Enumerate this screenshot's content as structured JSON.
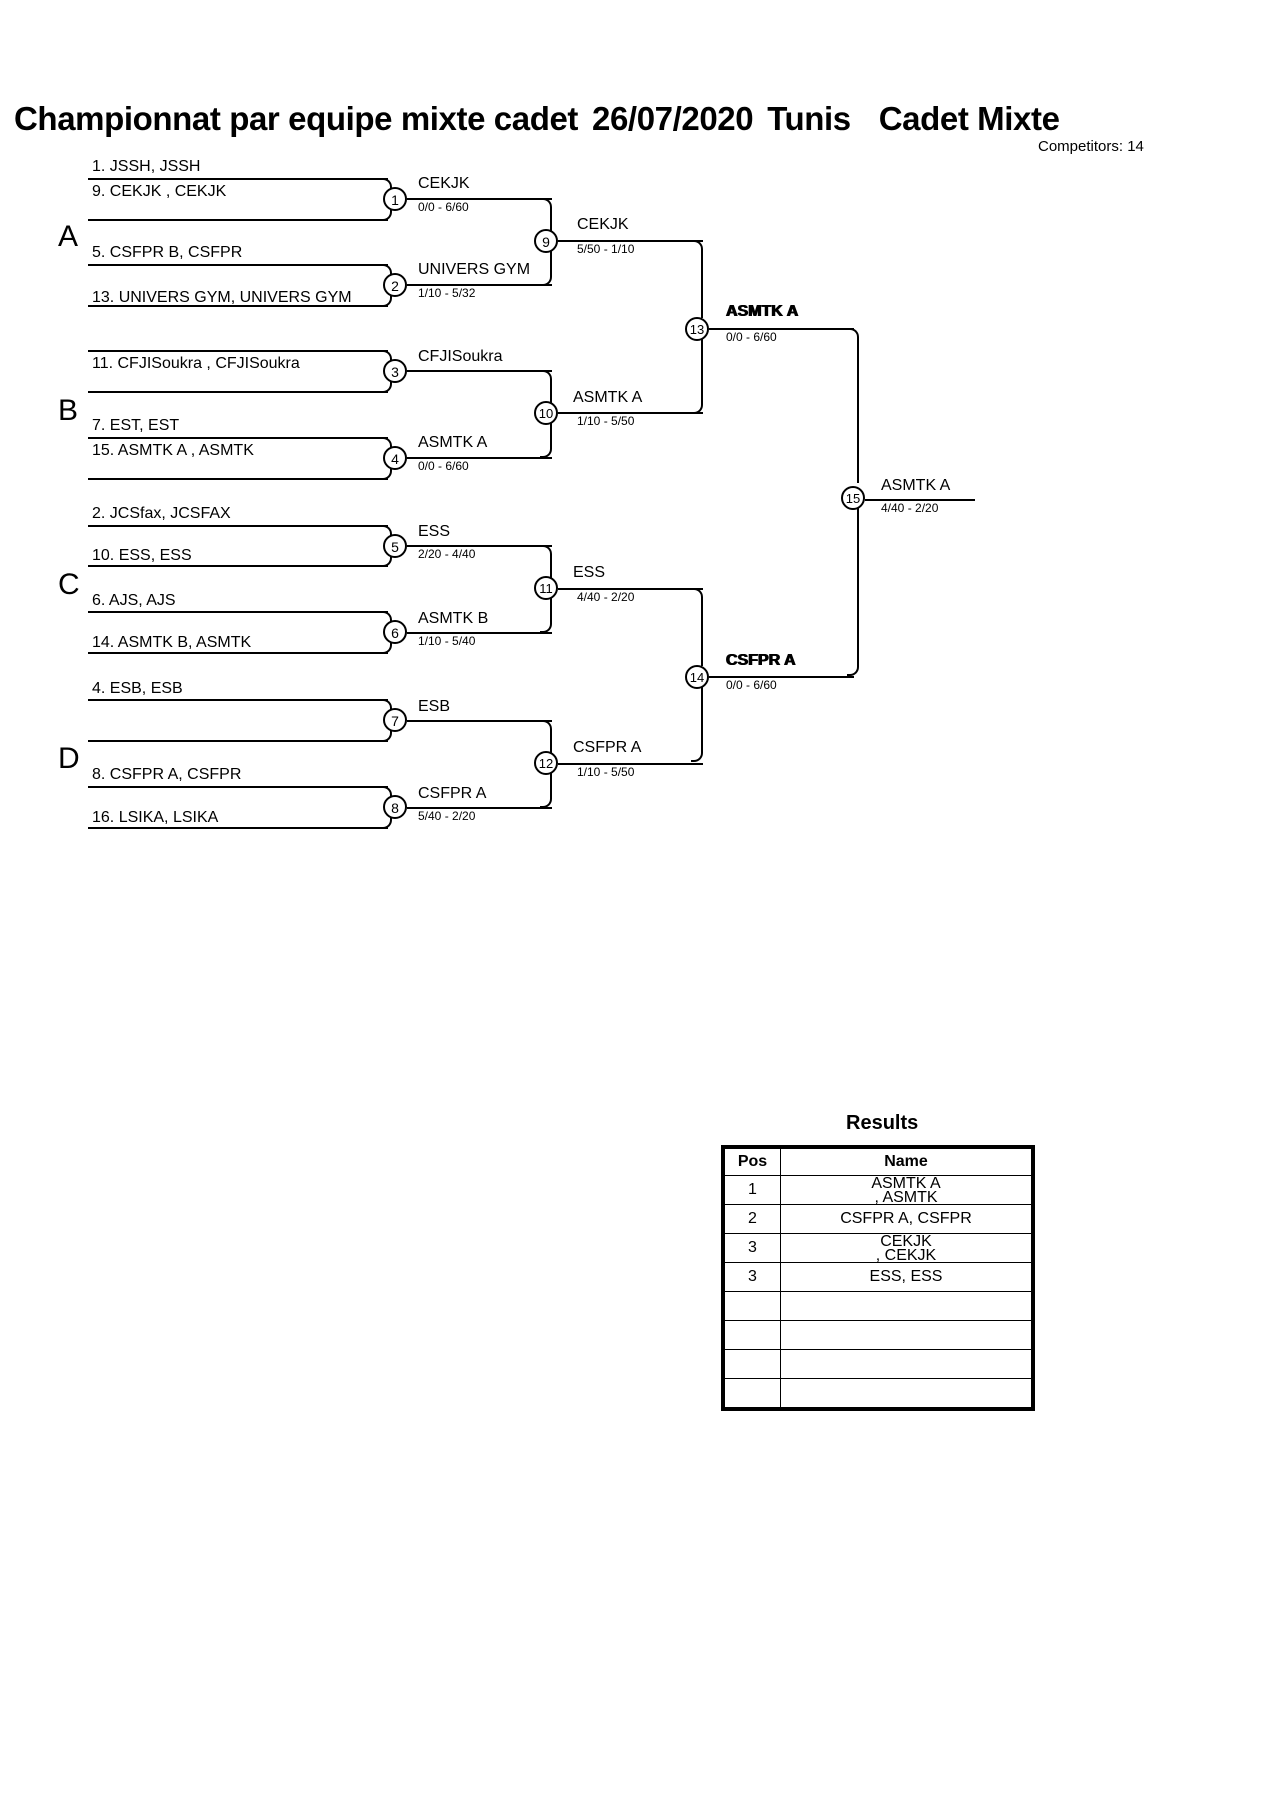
{
  "header": {
    "title_event": "Championnat par equipe mixte cadet",
    "title_date": "26/07/2020",
    "title_place": "Tunis",
    "title_category": "Cadet Mixte",
    "competitors": "Competitors: 14"
  },
  "groups": [
    {
      "letter": "A"
    },
    {
      "letter": "B"
    },
    {
      "letter": "C"
    },
    {
      "letter": "D"
    }
  ],
  "round1": [
    {
      "node": "1",
      "top_line1": "1.  JSSH, JSSH",
      "top_line2": "",
      "bot_line1": "9.  CEKJK",
      "bot_line2": ", CEKJK",
      "winner": "CEKJK",
      "score": "0/0 - 6/60"
    },
    {
      "node": "2",
      "top_line1": "5.  CSFPR B, CSFPR",
      "top_line2": "",
      "bot_line1": "13.  UNIVERS GYM, UNIVERS GYM",
      "bot_line2": "",
      "winner": "UNIVERS GYM",
      "score": "1/10 - 5/32"
    },
    {
      "node": "3",
      "top_line1": "",
      "top_line2": "",
      "bot_line1": "11.  CFJISoukra",
      "bot_line2": ", CFJISoukra",
      "winner": "CFJISoukra",
      "score": ""
    },
    {
      "node": "4",
      "top_line1": "7.  EST, EST",
      "top_line2": "",
      "bot_line1": "15.  ASMTK A",
      "bot_line2": ", ASMTK",
      "winner": "ASMTK A",
      "score": "0/0 - 6/60"
    },
    {
      "node": "5",
      "top_line1": "2.  JCSfax, JCSFAX",
      "top_line2": "",
      "bot_line1": "10.  ESS, ESS",
      "bot_line2": "",
      "winner": "ESS",
      "score": "2/20 - 4/40"
    },
    {
      "node": "6",
      "top_line1": "6.  AJS, AJS",
      "top_line2": "",
      "bot_line1": "14.  ASMTK B, ASMTK",
      "bot_line2": "",
      "winner": "ASMTK B",
      "score": "1/10 - 5/40"
    },
    {
      "node": "7",
      "top_line1": "4.  ESB, ESB",
      "top_line2": "",
      "bot_line1": "",
      "bot_line2": "",
      "winner": "ESB",
      "score": ""
    },
    {
      "node": "8",
      "top_line1": "8.  CSFPR A, CSFPR",
      "top_line2": "",
      "bot_line1": "16.  LSIKA, LSIKA",
      "bot_line2": "",
      "winner": "CSFPR A",
      "score": "5/40 - 2/20"
    }
  ],
  "round2": [
    {
      "node": "9",
      "winner": "CEKJK",
      "score": "5/50 - 1/10"
    },
    {
      "node": "10",
      "winner": "ASMTK A",
      "score": "1/10 - 5/50"
    },
    {
      "node": "11",
      "winner": "ESS",
      "score": "4/40 - 2/20"
    },
    {
      "node": "12",
      "winner": "CSFPR A",
      "score": "1/10 - 5/50"
    }
  ],
  "round3": [
    {
      "node": "13",
      "winner": "ASMTK A",
      "score": "0/0 - 6/60"
    },
    {
      "node": "14",
      "winner": "CSFPR A",
      "score": "0/0 - 6/60"
    }
  ],
  "final": {
    "node": "15",
    "winner": "ASMTK A",
    "score": "4/40 - 2/20"
  },
  "results": {
    "title": "Results",
    "columns": [
      "Pos",
      "Name"
    ],
    "rows": [
      {
        "pos": "1",
        "name_line1": "ASMTK A",
        "name_line2": ", ASMTK"
      },
      {
        "pos": "2",
        "name_line1": "CSFPR A, CSFPR",
        "name_line2": ""
      },
      {
        "pos": "3",
        "name_line1": "CEKJK",
        "name_line2": ", CEKJK"
      },
      {
        "pos": "3",
        "name_line1": "ESS, ESS",
        "name_line2": ""
      },
      {
        "pos": "",
        "name_line1": "",
        "name_line2": ""
      },
      {
        "pos": "",
        "name_line1": "",
        "name_line2": ""
      },
      {
        "pos": "",
        "name_line1": "",
        "name_line2": ""
      },
      {
        "pos": "",
        "name_line1": "",
        "name_line2": ""
      }
    ]
  }
}
